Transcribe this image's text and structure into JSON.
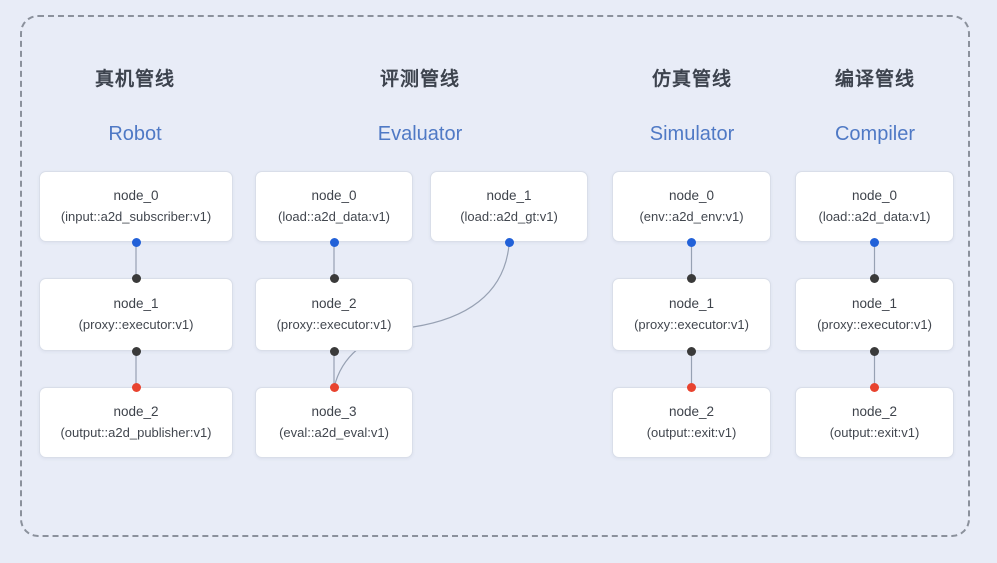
{
  "diagram": {
    "pipelines": [
      {
        "title_zh": "真机管线",
        "title_en": "Robot",
        "nodes": [
          {
            "name": "node_0",
            "impl": "(input::a2d_subscriber:v1)"
          },
          {
            "name": "node_1",
            "impl": "(proxy::executor:v1)"
          },
          {
            "name": "node_2",
            "impl": "(output::a2d_publisher:v1)"
          }
        ]
      },
      {
        "title_zh": "评测管线",
        "title_en": "Evaluator",
        "nodes": [
          {
            "name": "node_0",
            "impl": "(load::a2d_data:v1)"
          },
          {
            "name": "node_1",
            "impl": "(load::a2d_gt:v1)"
          },
          {
            "name": "node_2",
            "impl": "(proxy::executor:v1)"
          },
          {
            "name": "node_3",
            "impl": "(eval::a2d_eval:v1)"
          }
        ]
      },
      {
        "title_zh": "仿真管线",
        "title_en": "Simulator",
        "nodes": [
          {
            "name": "node_0",
            "impl": "(env::a2d_env:v1)"
          },
          {
            "name": "node_1",
            "impl": "(proxy::executor:v1)"
          },
          {
            "name": "node_2",
            "impl": "(output::exit:v1)"
          }
        ]
      },
      {
        "title_zh": "编译管线",
        "title_en": "Compiler",
        "nodes": [
          {
            "name": "node_0",
            "impl": "(load::a2d_data:v1)"
          },
          {
            "name": "node_1",
            "impl": "(proxy::executor:v1)"
          },
          {
            "name": "node_2",
            "impl": "(output::exit:v1)"
          }
        ]
      }
    ],
    "ports": {
      "source_output": "blue-dot",
      "intermediate": "black-dot",
      "final_input": "red-dot"
    },
    "colors": {
      "background": "#e8ecf7",
      "node_fill": "#ffffff",
      "node_border": "#d9dee9",
      "source_port": "#2261d8",
      "intermediate_port": "#3a3a3a",
      "final_port": "#e8432f",
      "title_zh": "#3d434e",
      "title_en": "#4f79c5",
      "connector": "#97a1b3",
      "dashed_border": "#8b919c"
    }
  }
}
